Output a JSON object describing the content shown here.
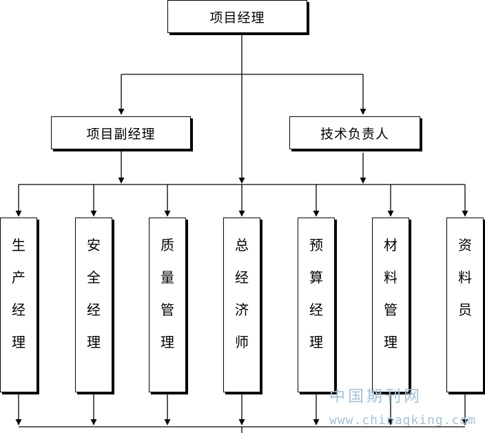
{
  "chart": {
    "top": "项目经理",
    "deputies": [
      "项目副经理",
      "技术负责人"
    ],
    "departments": [
      {
        "id": "production",
        "chars": [
          "生",
          "产",
          "经",
          "理"
        ]
      },
      {
        "id": "safety",
        "chars": [
          "安",
          "全",
          "经",
          "理"
        ]
      },
      {
        "id": "quality",
        "chars": [
          "质",
          "量",
          "管",
          "理"
        ]
      },
      {
        "id": "economist",
        "chars": [
          "总",
          "经",
          "济",
          "师"
        ]
      },
      {
        "id": "budget",
        "chars": [
          "预",
          "算",
          "经",
          "理"
        ]
      },
      {
        "id": "materials",
        "chars": [
          "材",
          "料",
          "管",
          "理"
        ]
      },
      {
        "id": "records",
        "chars": [
          "资",
          "料",
          "员"
        ]
      }
    ]
  },
  "watermark": {
    "cn": "中国期刊网",
    "en": "www.chinaqking.com"
  }
}
